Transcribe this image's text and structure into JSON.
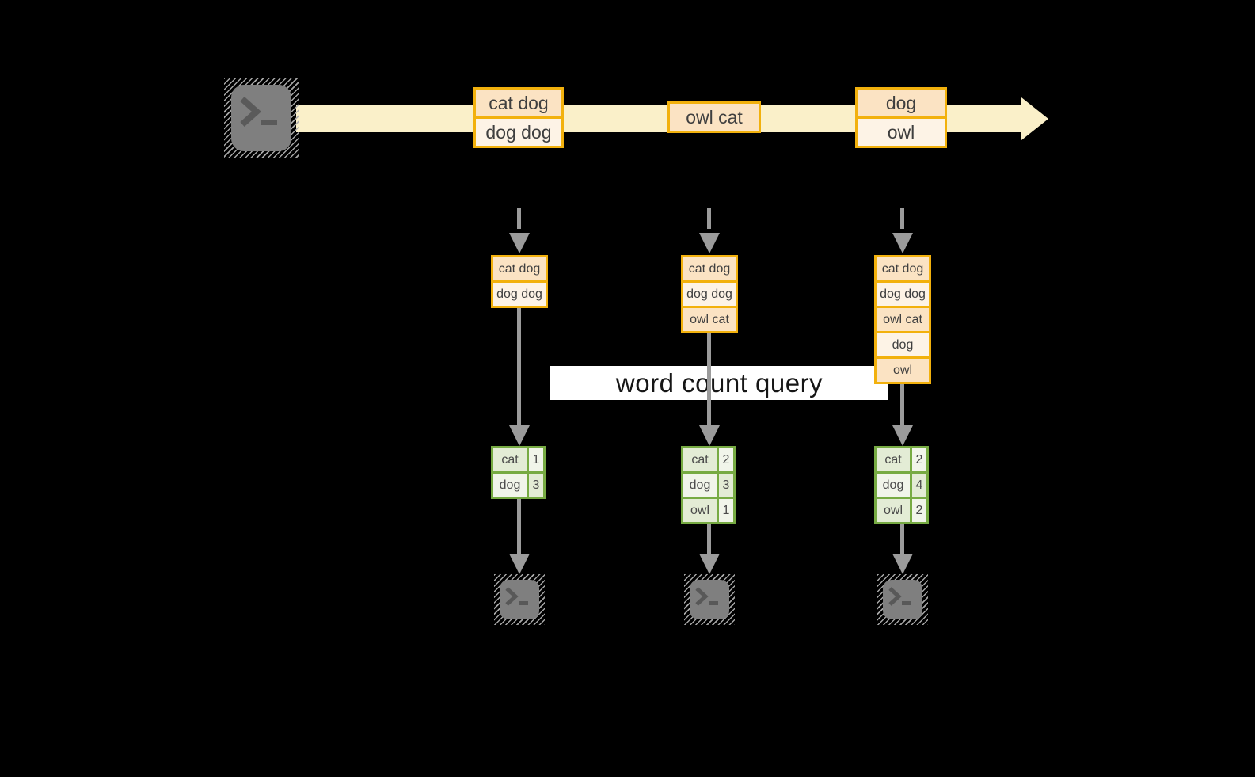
{
  "colors": {
    "background": "#000000",
    "stream_band": "#FAF0C9",
    "event_border": "#F2B10D",
    "event_fill_dark": "#FBE3C3",
    "event_fill_light": "#FDF3E6",
    "table_border": "#77AB43",
    "table_fill_dark": "#E3ECD5",
    "table_fill_light": "#F1F5EA",
    "arrow_gray": "#9B9B9B",
    "terminal_gray": "#7F7F7F"
  },
  "stream": {
    "source_icon": "terminal-icon",
    "events": [
      {
        "lines": [
          "cat dog",
          "dog dog"
        ]
      },
      {
        "lines": [
          "owl cat"
        ]
      },
      {
        "lines": [
          "dog",
          "owl"
        ]
      }
    ]
  },
  "query_label": "word count query",
  "columns": [
    {
      "window": [
        "cat dog",
        "dog dog"
      ],
      "counts": [
        {
          "word": "cat",
          "count": "1"
        },
        {
          "word": "dog",
          "count": "3"
        }
      ],
      "output_icon": "terminal-icon"
    },
    {
      "window": [
        "cat dog",
        "dog dog",
        "owl cat"
      ],
      "counts": [
        {
          "word": "cat",
          "count": "2"
        },
        {
          "word": "dog",
          "count": "3"
        },
        {
          "word": "owl",
          "count": "1"
        }
      ],
      "output_icon": "terminal-icon"
    },
    {
      "window": [
        "cat dog",
        "dog dog",
        "owl cat",
        "dog",
        "owl"
      ],
      "counts": [
        {
          "word": "cat",
          "count": "2"
        },
        {
          "word": "dog",
          "count": "4"
        },
        {
          "word": "owl",
          "count": "2"
        }
      ],
      "output_icon": "terminal-icon"
    }
  ]
}
